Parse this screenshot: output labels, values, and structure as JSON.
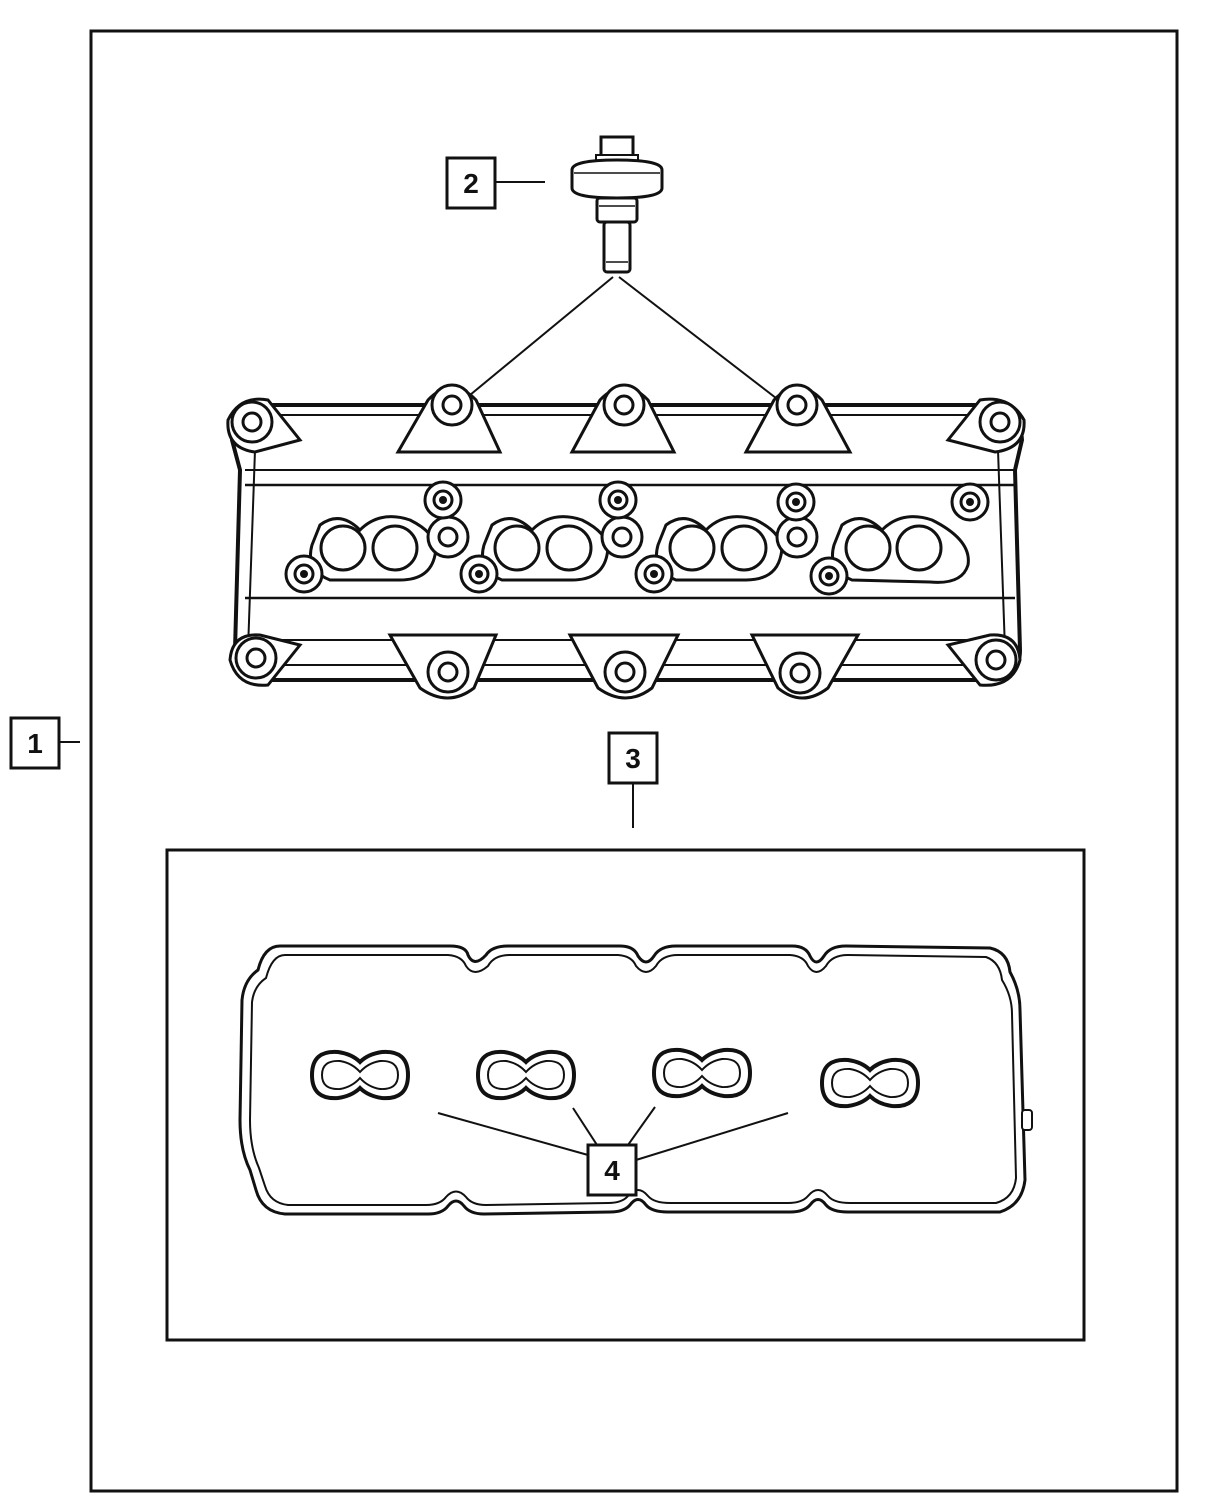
{
  "callouts": {
    "c1": "1",
    "c2": "2",
    "c3": "3",
    "c4": "4"
  },
  "colors": {
    "ink": "#111111",
    "paper": "#ffffff"
  },
  "icons": {
    "bolt": "fastener-bolt-icon",
    "cover": "valve-cover-icon",
    "gasket": "valve-cover-gasket-icon",
    "seal": "spark-plug-tube-seal-icon"
  }
}
